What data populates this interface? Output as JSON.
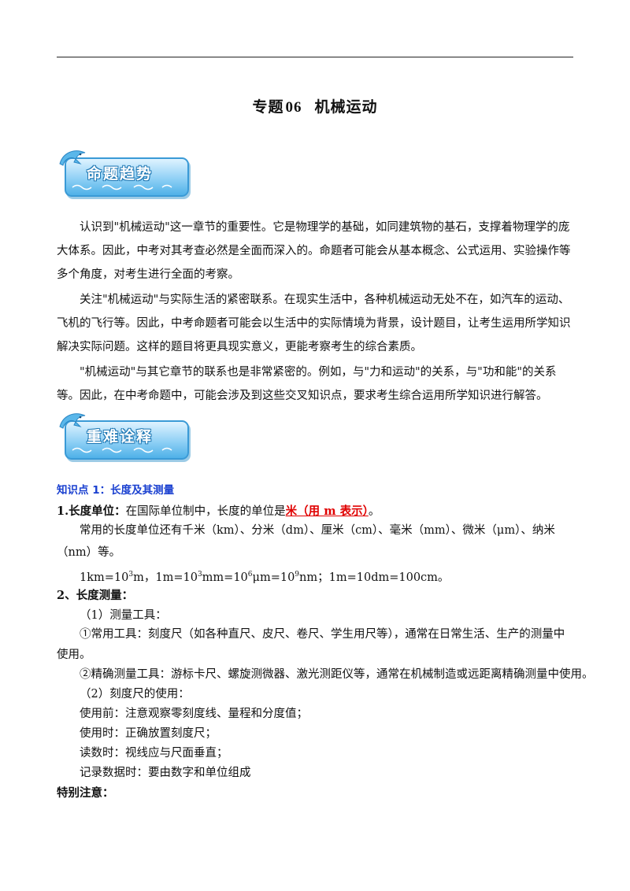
{
  "header": {
    "title_prefix": "专题",
    "title_number": "06",
    "title_name": "机械运动"
  },
  "badges": {
    "trend": "命题趋势",
    "key_points": "重难诠释"
  },
  "trend_paragraphs": [
    "认识到\"机械运动\"这一章节的重要性。它是物理学的基础，如同建筑物的基石，支撑着物理学的庞大体系。因此，中考对其考查必然是全面而深入的。命题者可能会从基本概念、公式运用、实验操作等多个角度，对考生进行全面的考察。",
    "关注\"机械运动\"与实际生活的紧密联系。在现实生活中，各种机械运动无处不在，如汽车的运动、飞机的飞行等。因此，中考命题者可能会以生活中的实际情境为背景，设计题目，让考生运用所学知识解决实际问题。这样的题目将更具现实意义，更能考察考生的综合素质。",
    "\"机械运动\"与其它章节的联系也是非常紧密的。例如，与\"力和运动\"的关系，与\"功和能\"的关系等。因此，在中考命题中，可能会涉及到这些交叉知识点，要求考生综合运用所学知识进行解答。"
  ],
  "knowledge": {
    "heading": "知识点 1：长度及其测量",
    "unit_label": "1.长度单位：",
    "unit_text": "在国际单位制中，长度的单位是",
    "unit_answer": "米（用 m 表示）",
    "unit_end": "。",
    "common_units": "常用的长度单位还有千米（km）、分米（dm）、厘米（cm）、毫米（mm）、微米（μm）、纳米（nm）等。",
    "conv": {
      "a": "1km=10",
      "a_exp": "3",
      "b": "m，1m=10",
      "b_exp": "3",
      "c": "mm=10",
      "c_exp": "6",
      "d": "μm=10",
      "d_exp": "9",
      "e": "nm；1m=10dm=100cm。"
    },
    "measure_label": "2、长度测量：",
    "tools_label": "（1）测量工具：",
    "tools_common": "①常用工具：刻度尺（如各种直尺、皮尺、卷尺、学生用尺等），通常在日常生活、生产的测量中使用。",
    "tools_precise": "②精确测量工具：游标卡尺、螺旋测微器、激光测距仪等，通常在机械制造或远距离精确测量中使用。",
    "ruler_label": "（2）刻度尺的使用：",
    "ruler_steps": [
      "使用前：注意观察零刻度线、量程和分度值；",
      "使用时：正确放置刻度尺；",
      "读数时：视线应与尺面垂直；",
      "记录数据时：要由数字和单位组成"
    ],
    "special_note": "特别注意："
  },
  "colors": {
    "heading_blue": "#1a40d0",
    "answer_red": "#e00000",
    "badge_blue": "#4fb1e8"
  }
}
